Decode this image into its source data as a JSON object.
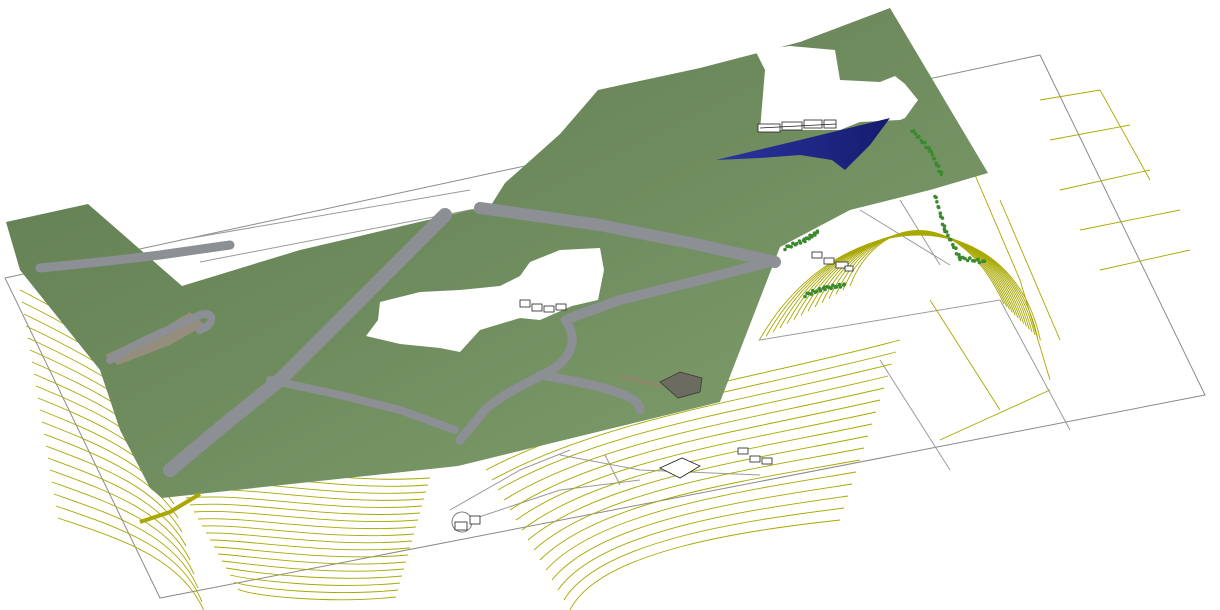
{
  "scene": {
    "kind": "isometric-site-terrain-view",
    "has_visible_text": false
  },
  "layers": [
    {
      "id": "base-plan",
      "name": "base-site-plan",
      "color": "#8a8a8a"
    },
    {
      "id": "contours",
      "name": "contour-lines",
      "color": "#a8a800"
    },
    {
      "id": "terrain",
      "name": "terrain-surface",
      "color": "#6f8c5e"
    },
    {
      "id": "roads",
      "name": "road-network",
      "color": "#8c8f94"
    },
    {
      "id": "water",
      "name": "water-feature",
      "color": "#1f2a8c"
    },
    {
      "id": "vegetation",
      "name": "vegetation-hedges",
      "color": "#3c8a2e"
    },
    {
      "id": "buildings",
      "name": "building-outlines",
      "color": "#222222"
    }
  ],
  "colors": {
    "background": "#ffffff",
    "terrain_light": "#7d9a6a",
    "terrain_dark": "#5e7a50",
    "road": "#8c8f94",
    "contour": "#a8a800",
    "water": "#1f2a8c",
    "hedge": "#3c8a2e",
    "plan_line": "#9a9a9a"
  }
}
